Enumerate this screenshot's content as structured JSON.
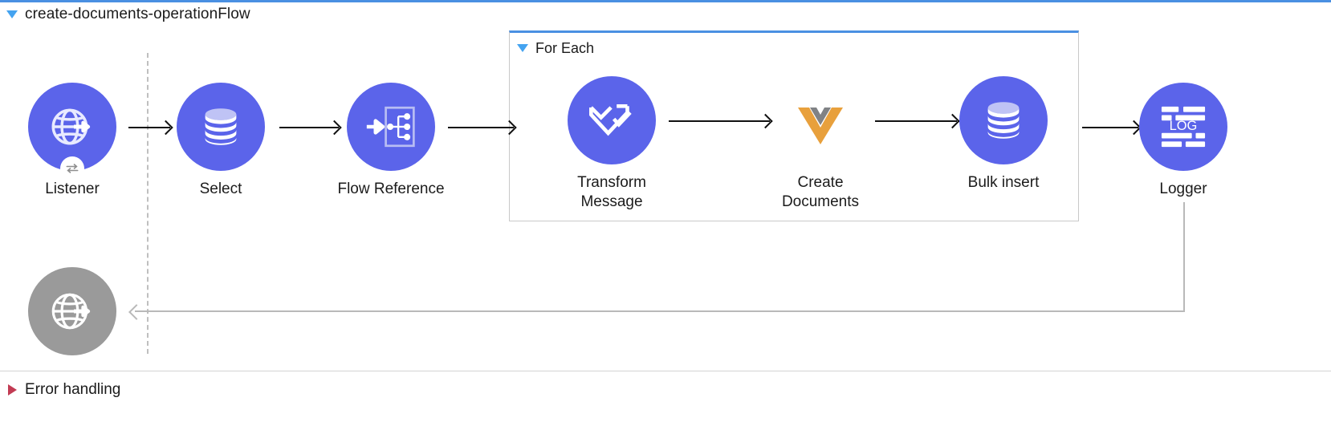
{
  "flow": {
    "title": "create-documents-operationFlow",
    "toggle_icon": "triangle-down-icon",
    "expanded": true,
    "accent_color": "#4a90e2"
  },
  "foreach": {
    "title": "For Each",
    "toggle_icon": "triangle-down-icon",
    "expanded": true,
    "border_color": "#c9c9c9",
    "top_accent_color": "#4a90e2"
  },
  "error_handling": {
    "title": "Error handling",
    "toggle_icon": "triangle-right-icon",
    "expanded": false,
    "accent_color": "#c23b53"
  },
  "theme": {
    "node_purple": "#5b64ea",
    "node_gray": "#9a9a9a",
    "arrow_black": "#111111",
    "return_gray": "#b9b9b9",
    "canvas_bg": "#ffffff",
    "text_color": "#1b1b1b",
    "logo_orange": "#e8a03c",
    "logo_gray": "#808285"
  },
  "nodes": [
    {
      "id": "listener",
      "label": "Listener",
      "icon": "globe-arrow-icon",
      "badge_icon": "exchange-arrows-icon",
      "color": "#5b64ea"
    },
    {
      "id": "select",
      "label": "Select",
      "icon": "database-icon",
      "badge_icon": null,
      "color": "#5b64ea"
    },
    {
      "id": "flow-reference",
      "label": "Flow Reference",
      "icon": "flow-reference-icon",
      "badge_icon": null,
      "color": "#5b64ea"
    },
    {
      "id": "transform-message",
      "label": "Transform\nMessage",
      "icon": "dataweave-icon",
      "badge_icon": null,
      "color": "#5b64ea"
    },
    {
      "id": "create-documents",
      "label": "Create Documents",
      "icon": "vue-v-icon",
      "badge_icon": null,
      "color": "transparent"
    },
    {
      "id": "bulk-insert",
      "label": "Bulk insert",
      "icon": "database-icon",
      "badge_icon": null,
      "color": "#5b64ea"
    },
    {
      "id": "logger",
      "label": "Logger",
      "icon": "log-icon",
      "badge_icon": null,
      "color": "#5b64ea"
    },
    {
      "id": "response",
      "label": "",
      "icon": "globe-arrow-icon",
      "badge_icon": null,
      "color": "#9a9a9a"
    }
  ],
  "logger_icon_text": "LOG"
}
